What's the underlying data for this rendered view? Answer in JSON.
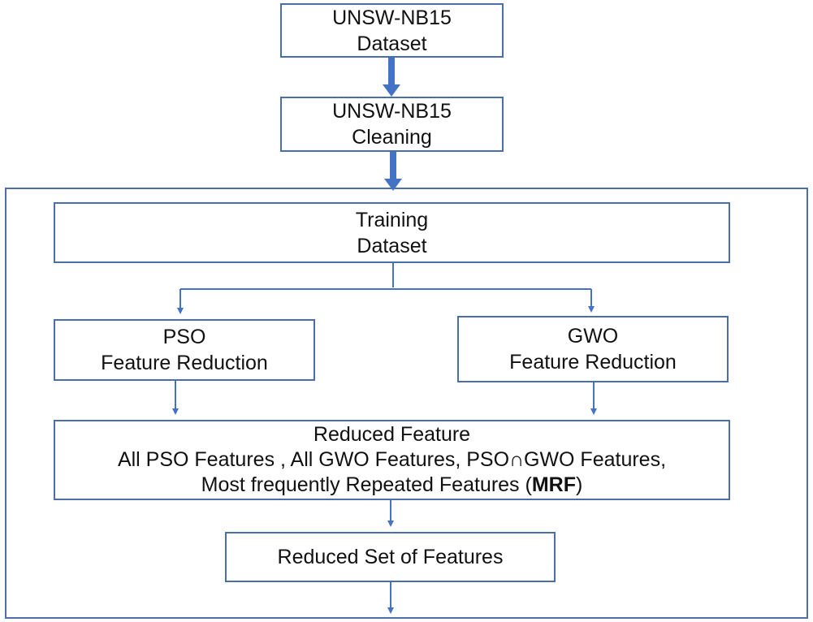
{
  "diagram": {
    "dataset": {
      "line1": "UNSW-NB15",
      "line2": "Dataset"
    },
    "cleaning": {
      "line1": "UNSW-NB15",
      "line2": "Cleaning"
    },
    "training": {
      "line1": "Training",
      "line2": "Dataset"
    },
    "pso": {
      "line1": "PSO",
      "line2": "Feature Reduction"
    },
    "gwo": {
      "line1": "GWO",
      "line2": "Feature Reduction"
    },
    "reduced_feature": {
      "line1": "Reduced Feature",
      "line2": "All PSO Features , All GWO Features, PSO∩GWO Features,",
      "line3_prefix": "Most frequently Repeated Features (",
      "line3_bold": "MRF",
      "line3_suffix": ")"
    },
    "reduced_set": {
      "label": "Reduced Set of Features"
    }
  },
  "colors": {
    "stroke": "#4a6fa8",
    "arrow": "#4472c4",
    "background": "#ffffff"
  }
}
